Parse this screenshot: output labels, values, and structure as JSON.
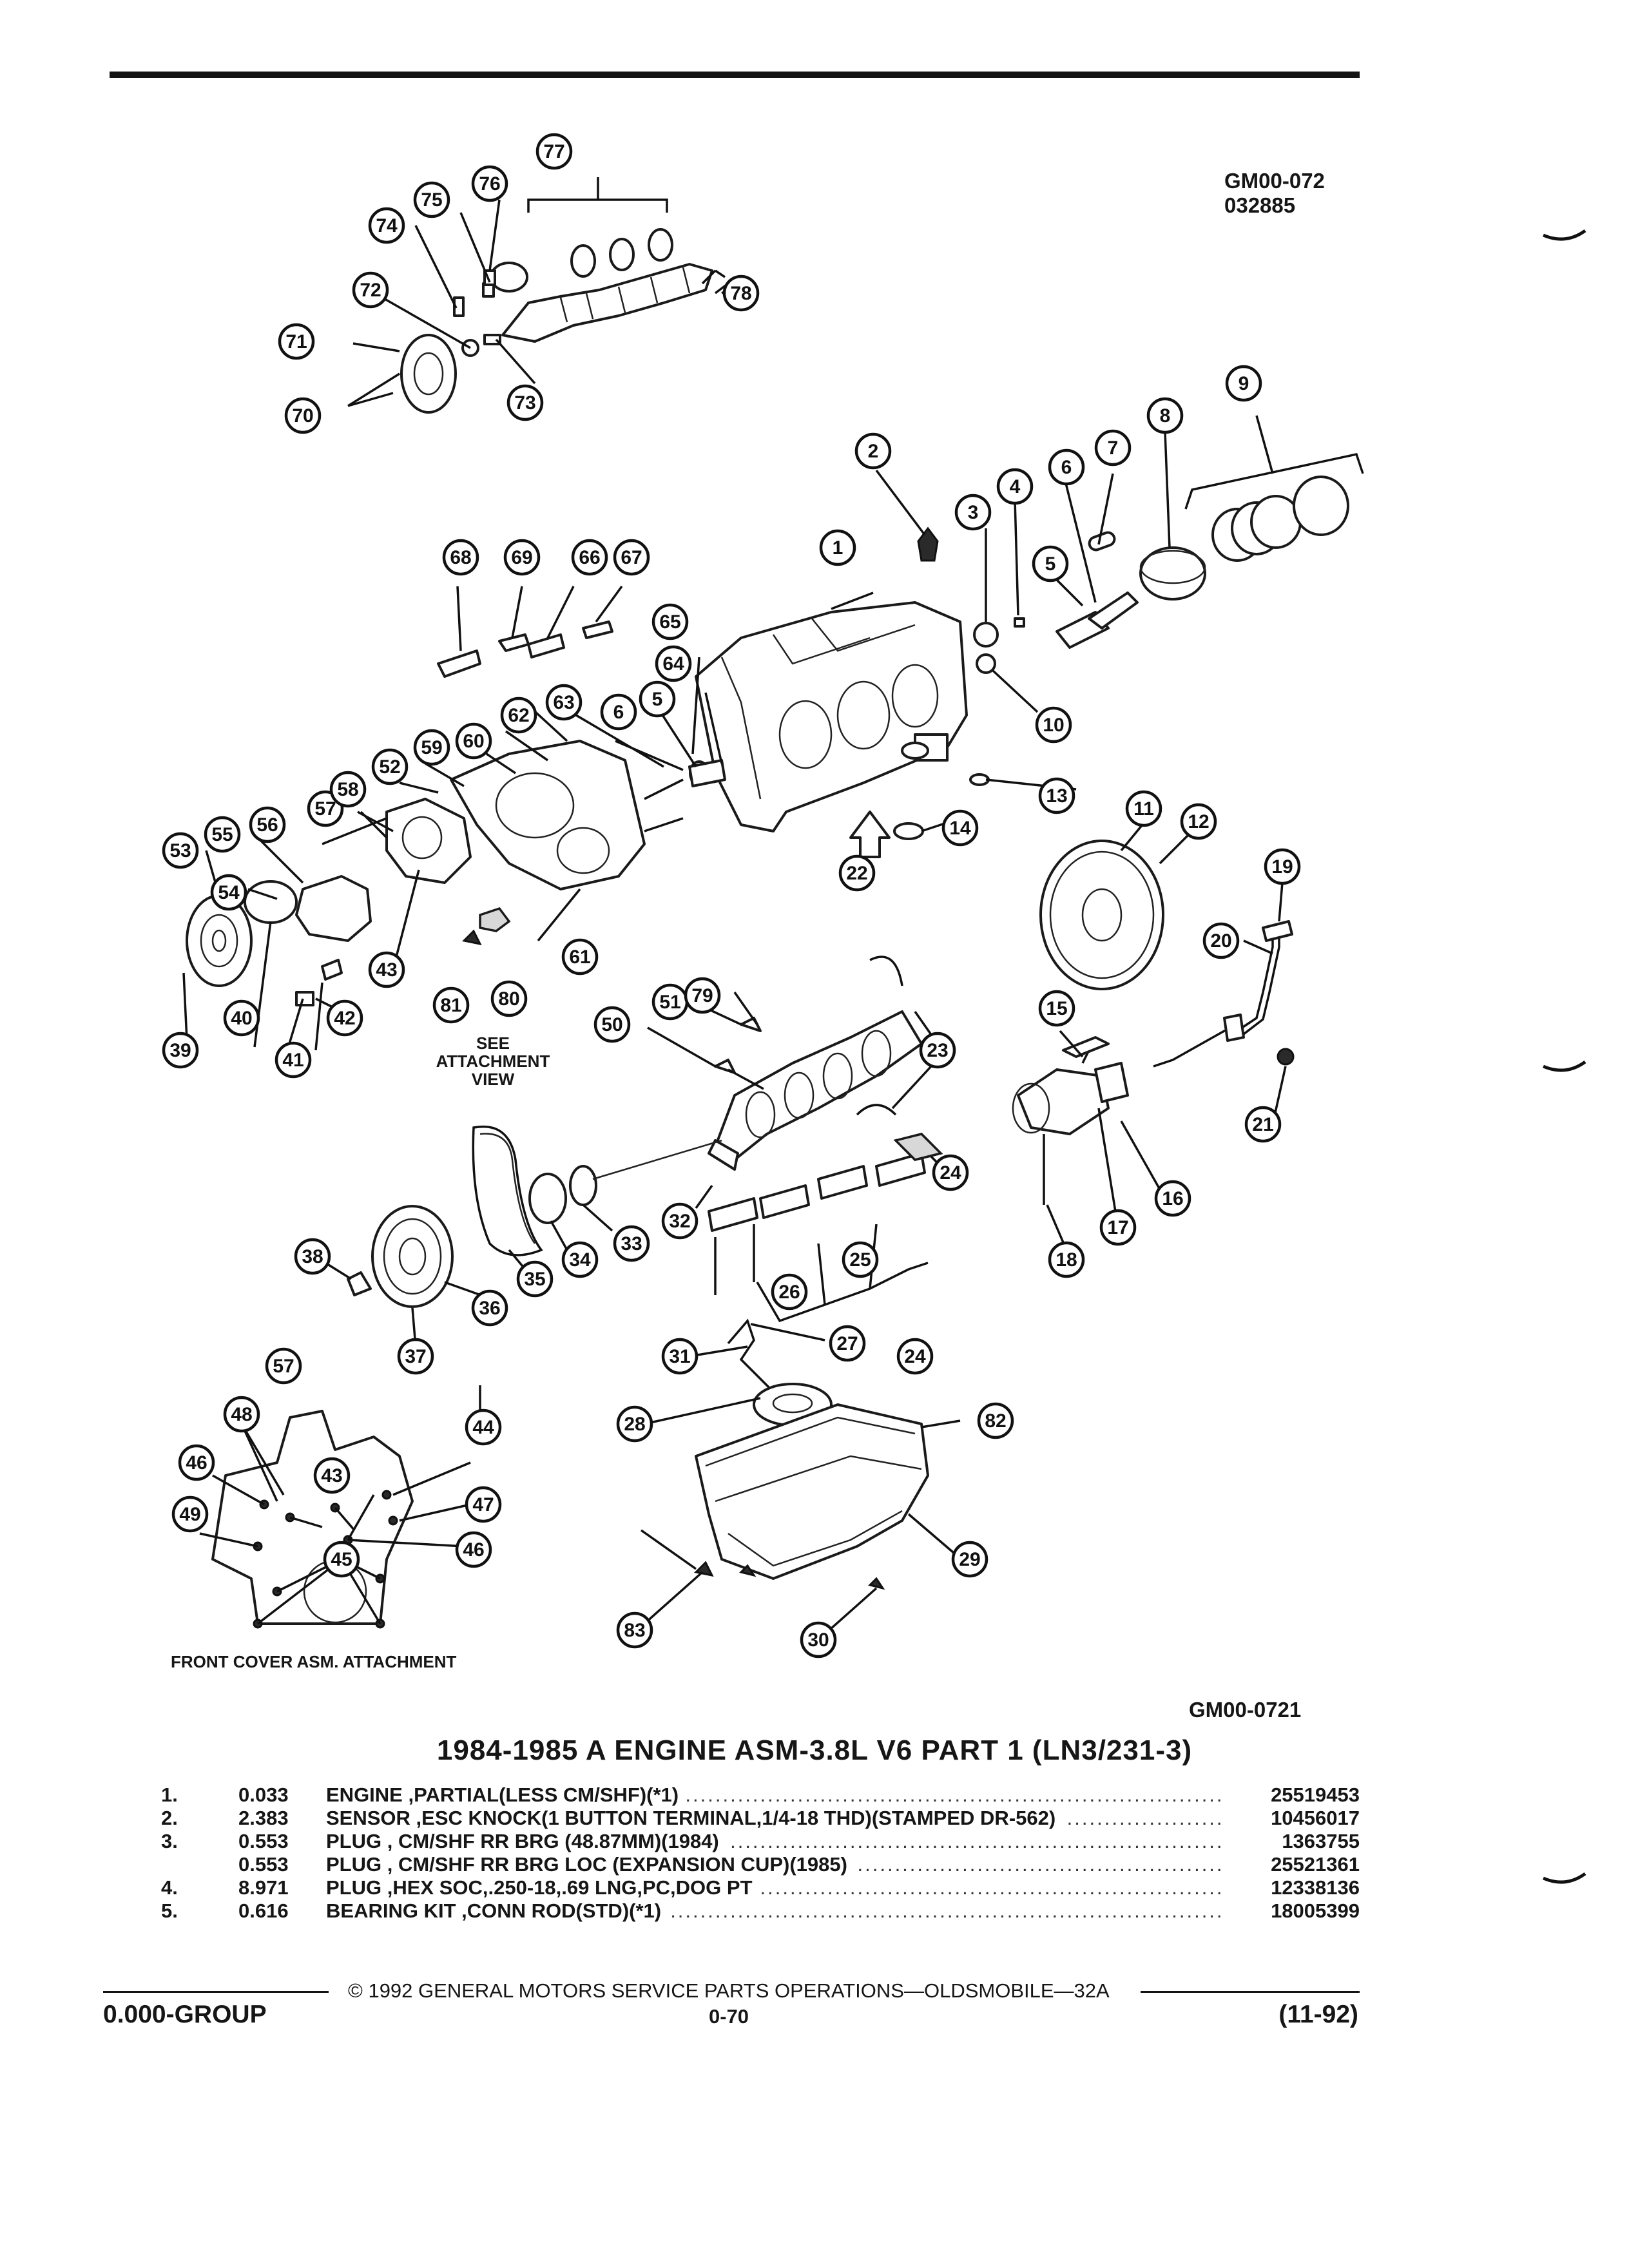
{
  "header": {
    "code_top": "GM00-072",
    "code_date": "032885"
  },
  "diagram": {
    "callouts": [
      "1",
      "2",
      "3",
      "4",
      "5",
      "5",
      "6",
      "6",
      "7",
      "8",
      "9",
      "10",
      "11",
      "12",
      "13",
      "14",
      "15",
      "16",
      "17",
      "18",
      "19",
      "20",
      "21",
      "22",
      "23",
      "24",
      "24",
      "25",
      "26",
      "27",
      "28",
      "29",
      "30",
      "31",
      "32",
      "33",
      "34",
      "35",
      "36",
      "37",
      "38",
      "39",
      "40",
      "41",
      "42",
      "43",
      "43",
      "44",
      "45",
      "46",
      "46",
      "47",
      "48",
      "49",
      "50",
      "51",
      "52",
      "53",
      "54",
      "55",
      "56",
      "57",
      "57",
      "58",
      "59",
      "60",
      "61",
      "62",
      "63",
      "64",
      "65",
      "66",
      "67",
      "68",
      "69",
      "70",
      "71",
      "72",
      "73",
      "74",
      "75",
      "76",
      "77",
      "78",
      "79",
      "80",
      "81",
      "82",
      "83"
    ],
    "see_attachment_label": "SEE ATTACHMENT VIEW",
    "front_cover_label": "FRONT COVER ASM. ATTACHMENT",
    "code_bottom": "GM00-0721"
  },
  "parts_list": {
    "title": "1984-1985 A ENGINE ASM-3.8L V6 PART 1 (LN3/231-3)",
    "rows": [
      {
        "num": "1.",
        "qty": "0.033",
        "desc": "ENGINE ,PARTIAL(LESS CM/SHF)(*1)",
        "pn": "25519453"
      },
      {
        "num": "2.",
        "qty": "2.383",
        "desc": "SENSOR ,ESC KNOCK(1 BUTTON TERMINAL,1/4-18 THD)(STAMPED DR-562)",
        "pn": "10456017"
      },
      {
        "num": "3.",
        "qty": "0.553",
        "desc": "PLUG , CM/SHF RR BRG (48.87MM)(1984)",
        "pn": "1363755"
      },
      {
        "num": "",
        "qty": "0.553",
        "desc": "PLUG , CM/SHF RR BRG LOC (EXPANSION CUP)(1985)",
        "pn": "25521361"
      },
      {
        "num": "4.",
        "qty": "8.971",
        "desc": "PLUG ,HEX SOC,.250-18,.69 LNG,PC,DOG PT",
        "pn": "12338136"
      },
      {
        "num": "5.",
        "qty": "0.616",
        "desc": "BEARING KIT ,CONN ROD(STD)(*1)",
        "pn": "18005399"
      }
    ]
  },
  "footer": {
    "copyright": "© 1992 GENERAL MOTORS SERVICE PARTS OPERATIONS—OLDSMOBILE—32A",
    "group": "0.000-GROUP",
    "page": "0-70",
    "date": "(11-92)"
  }
}
